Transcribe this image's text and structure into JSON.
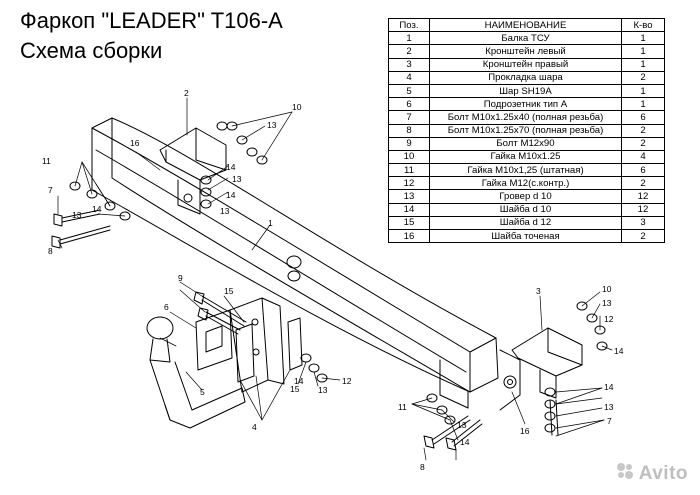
{
  "title_line1": "Фаркоп \"LEADER\" T106-A",
  "title_line2": "Схема сборки",
  "table": {
    "headers": [
      "Поз.",
      "НАИМЕНОВАНИЕ",
      "К-во"
    ],
    "rows": [
      [
        "1",
        "Балка ТСУ",
        "1"
      ],
      [
        "2",
        "Кронштейн левый",
        "1"
      ],
      [
        "3",
        "Кронштейн правый",
        "1"
      ],
      [
        "4",
        "Прокладка шара",
        "2"
      ],
      [
        "5",
        "Шар SH19A",
        "1"
      ],
      [
        "6",
        "Подрозетник тип А",
        "1"
      ],
      [
        "7",
        "Болт М10х1.25х40 (полная резьба)",
        "6"
      ],
      [
        "8",
        "Болт М10х1.25х70 (полная резьба)",
        "2"
      ],
      [
        "9",
        "Болт М12х90",
        "2"
      ],
      [
        "10",
        "Гайка  М10х1.25",
        "4"
      ],
      [
        "11",
        "Гайка М10х1,25 (штатная)",
        "6"
      ],
      [
        "12",
        "Гайка М12(с.контр.)",
        "2"
      ],
      [
        "13",
        "Гровер d 10",
        "12"
      ],
      [
        "14",
        "Шайба d 10",
        "12"
      ],
      [
        "15",
        "Шайба d 12",
        "3"
      ],
      [
        "16",
        "Шайба точеная",
        "2"
      ]
    ]
  },
  "callouts": [
    "1",
    "2",
    "3",
    "4",
    "5",
    "6",
    "7",
    "8",
    "9",
    "10",
    "11",
    "12",
    "13",
    "14",
    "15",
    "16"
  ],
  "watermark": "Avito",
  "colors": {
    "line": "#000000",
    "watermark": "#bfbfbf"
  }
}
